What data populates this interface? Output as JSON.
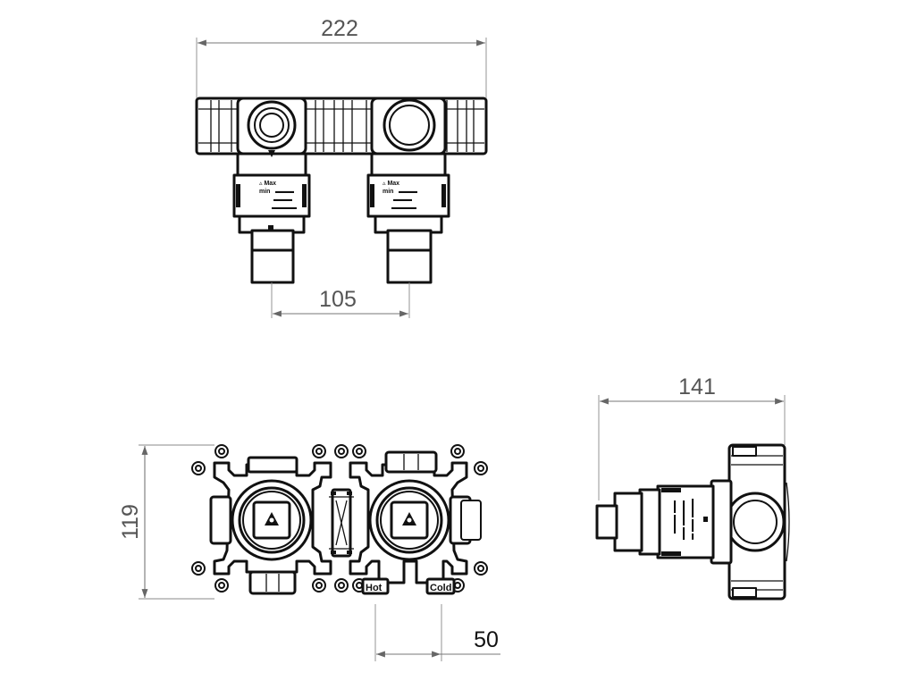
{
  "dimensions": {
    "overall_width": "222",
    "inlet_spacing": "105",
    "depth": "141",
    "height": "119",
    "hot_cold_spacing": "50"
  },
  "labels": {
    "hot": "Hot",
    "cold": "Cold"
  }
}
